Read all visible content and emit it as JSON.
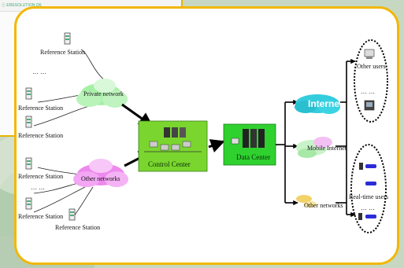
{
  "background": {
    "chip_text": "ⓘ ERESOLUTION OK",
    "frame_color": "#f2b705"
  },
  "diagram": {
    "reference_station_label": "Reference Station",
    "ellipsis": "… …",
    "private_network": "Private network",
    "other_networks": "Other networks",
    "control_center": "Control Center",
    "data_center": "Data Center",
    "internet": "Internet",
    "mobile_internet": "Mobile Internet",
    "other_users": "Other users",
    "real_time_users": "Real-time users"
  },
  "colors": {
    "control_center": "#7ad62e",
    "data_center": "#2fd12f",
    "internet_cloud": "#33ccdd",
    "private_cloud": "#a6f0a6",
    "other_cloud": "#ee88ee"
  }
}
